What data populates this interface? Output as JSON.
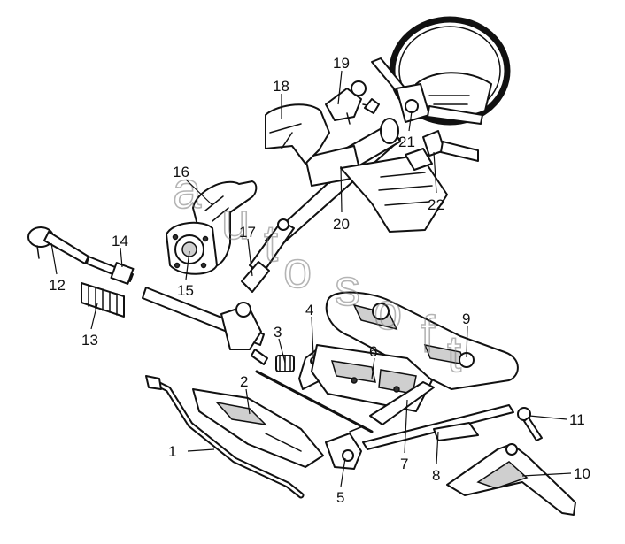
{
  "diagram": {
    "callouts": [
      "1",
      "2",
      "3",
      "4",
      "5",
      "6",
      "7",
      "8",
      "9",
      "10",
      "11",
      "12",
      "13",
      "14",
      "15",
      "16",
      "17",
      "18",
      "19",
      "20",
      "21",
      "22"
    ],
    "watermark": "autosoft",
    "colors": {
      "ink": "#111111",
      "shade": "#cfcfcf",
      "background": "#ffffff"
    }
  }
}
